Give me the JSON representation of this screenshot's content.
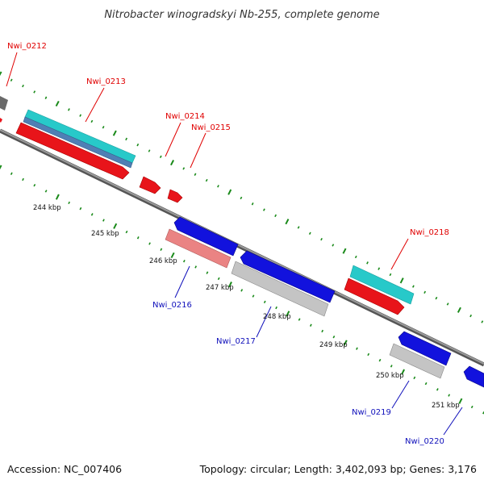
{
  "title": "Nitrobacter winogradskyi Nb-255, complete genome",
  "footer": {
    "accession": "Accession: NC_007406",
    "topology": "Topology: circular; Length: 3,402,093 bp; Genes: 3,176"
  },
  "colors": {
    "forward_gene": "#e8141a",
    "forward_cds": "#27c9c9",
    "forward_rna": "#4f7fb5",
    "reverse_gene": "#1212dd",
    "reverse_cds": "#c4c4c4",
    "reverse_pseudo": "#ea8383",
    "backbone": "#7d7d7d",
    "tick": "#1a8a1a",
    "label_forward": "#e00000",
    "label_reverse": "#1010bb"
  },
  "kbp_labels": [
    "244 kbp",
    "245 kbp",
    "246 kbp",
    "247 kbp",
    "248 kbp",
    "249 kbp",
    "250 kbp",
    "251 kbp"
  ],
  "genes": {
    "Nwi_0212": "Nwi_0212",
    "Nwi_0213": "Nwi_0213",
    "Nwi_0214": "Nwi_0214",
    "Nwi_0215": "Nwi_0215",
    "Nwi_0216": "Nwi_0216",
    "Nwi_0217": "Nwi_0217",
    "Nwi_0218": "Nwi_0218",
    "Nwi_0219": "Nwi_0219",
    "Nwi_0220": "Nwi_0220"
  }
}
